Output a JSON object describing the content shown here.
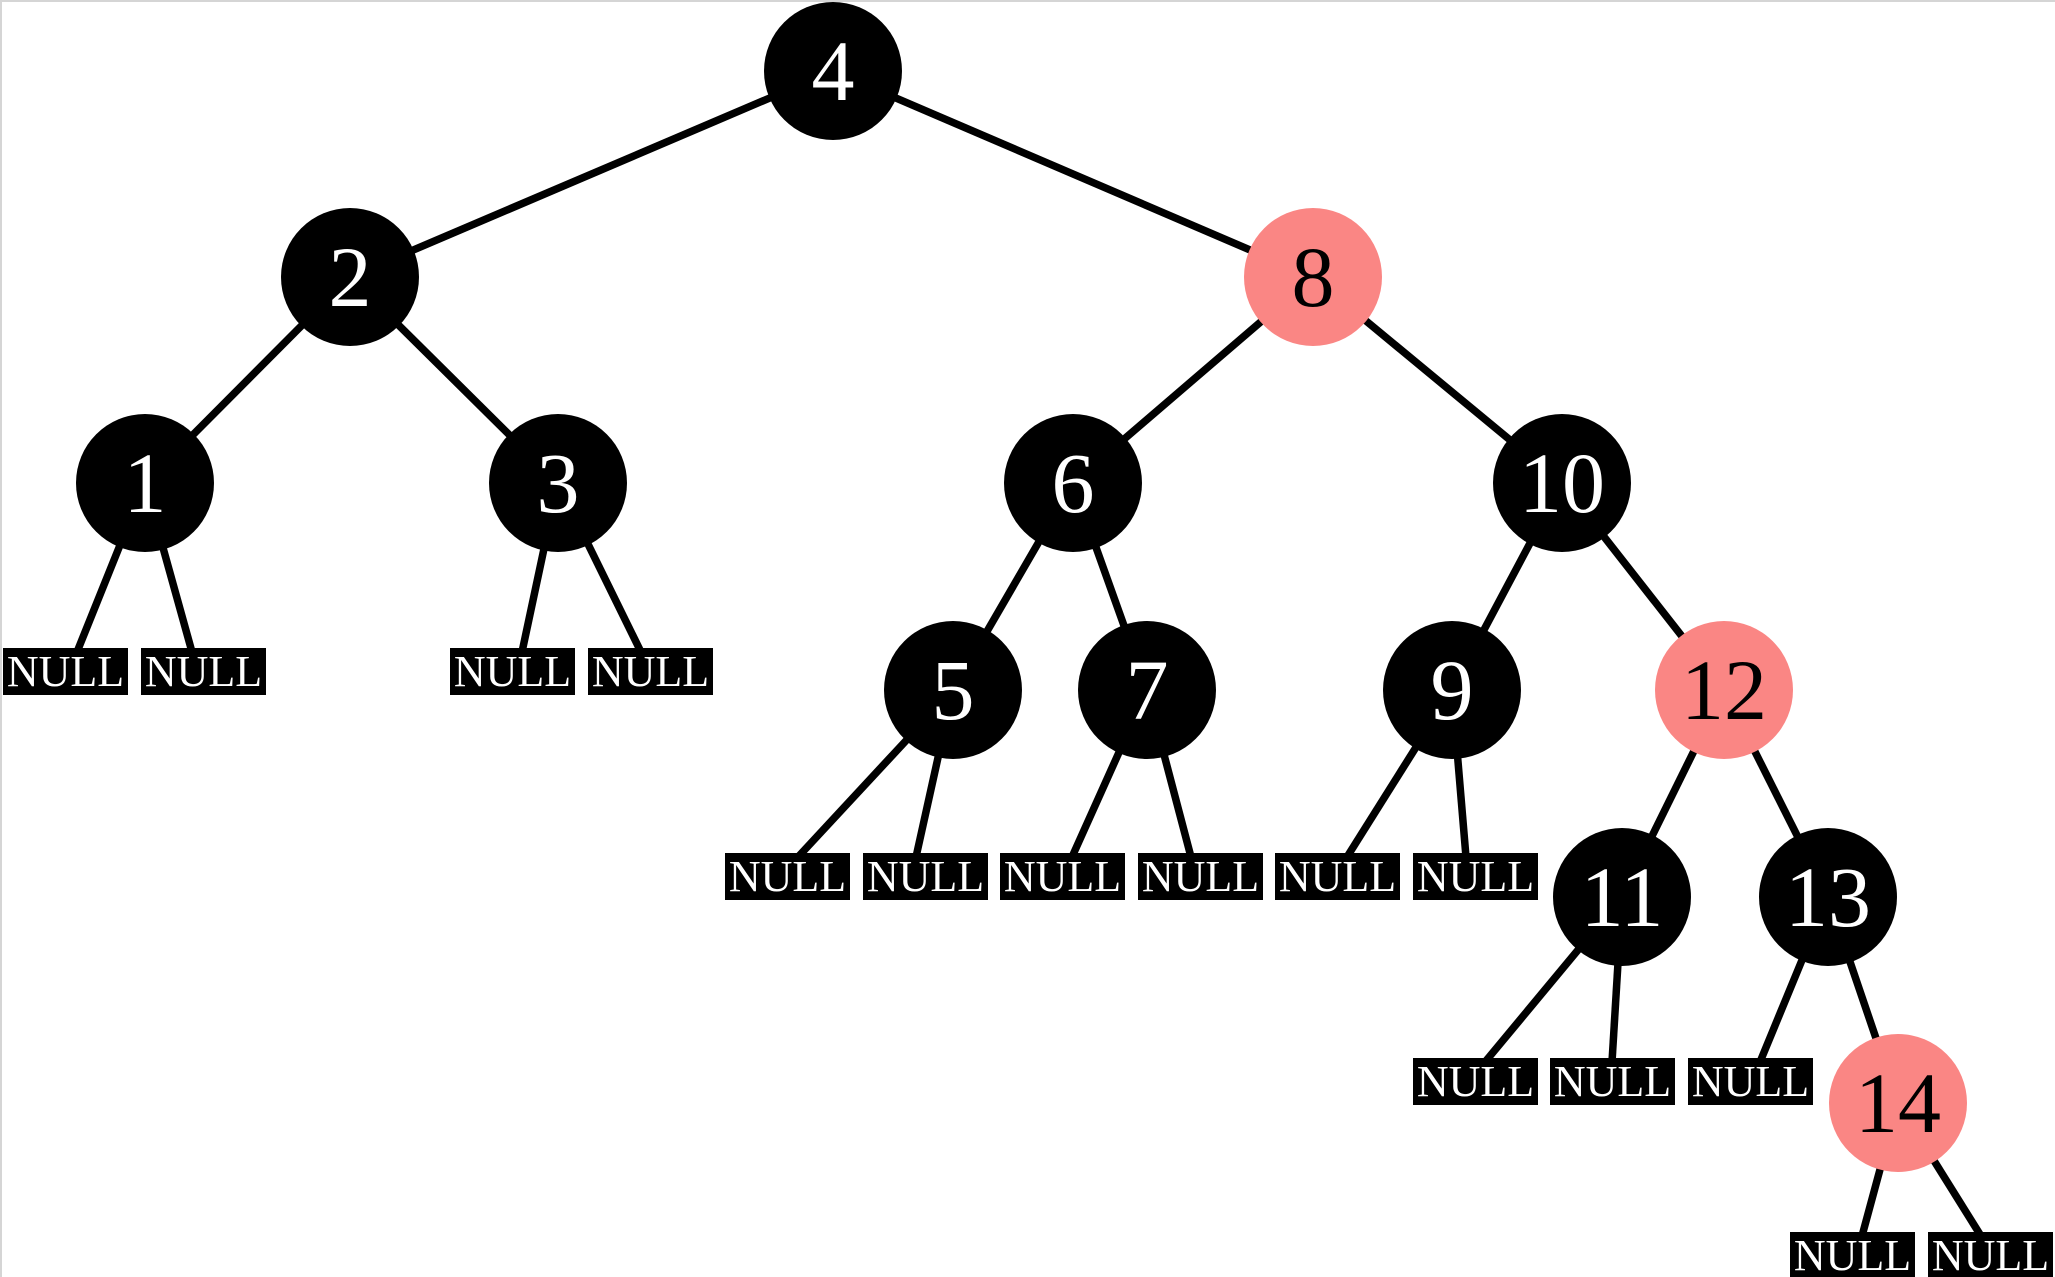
{
  "diagram": {
    "type": "red-black-tree",
    "null_label": "NULL",
    "nodes": [
      {
        "id": "4",
        "label": "4",
        "color": "black"
      },
      {
        "id": "2",
        "label": "2",
        "color": "black"
      },
      {
        "id": "8",
        "label": "8",
        "color": "red"
      },
      {
        "id": "1",
        "label": "1",
        "color": "black"
      },
      {
        "id": "3",
        "label": "3",
        "color": "black"
      },
      {
        "id": "6",
        "label": "6",
        "color": "black"
      },
      {
        "id": "10",
        "label": "10",
        "color": "black"
      },
      {
        "id": "5",
        "label": "5",
        "color": "black"
      },
      {
        "id": "7",
        "label": "7",
        "color": "black"
      },
      {
        "id": "9",
        "label": "9",
        "color": "black"
      },
      {
        "id": "12",
        "label": "12",
        "color": "red"
      },
      {
        "id": "11",
        "label": "11",
        "color": "black"
      },
      {
        "id": "13",
        "label": "13",
        "color": "black"
      },
      {
        "id": "14",
        "label": "14",
        "color": "red"
      }
    ],
    "structure": {
      "4": [
        "2",
        "8"
      ],
      "2": [
        "1",
        "3"
      ],
      "1": [
        "NULL",
        "NULL"
      ],
      "3": [
        "NULL",
        "NULL"
      ],
      "8": [
        "6",
        "10"
      ],
      "6": [
        "5",
        "7"
      ],
      "5": [
        "NULL",
        "NULL"
      ],
      "7": [
        "NULL",
        "NULL"
      ],
      "10": [
        "9",
        "12"
      ],
      "9": [
        "NULL",
        "NULL"
      ],
      "12": [
        "11",
        "13"
      ],
      "11": [
        "NULL",
        "NULL"
      ],
      "13": [
        "NULL",
        "14"
      ],
      "14": [
        "NULL",
        "NULL"
      ]
    }
  },
  "colors": {
    "background": "#ffffff",
    "frame_border": "#d5d5d5",
    "edge": "#000000",
    "black_node": "#000000",
    "red_node": "#fa8684",
    "text_on_black": "#ffffff",
    "text_on_red": "#000000",
    "null_bg": "#000000",
    "null_text": "#ffffff"
  }
}
